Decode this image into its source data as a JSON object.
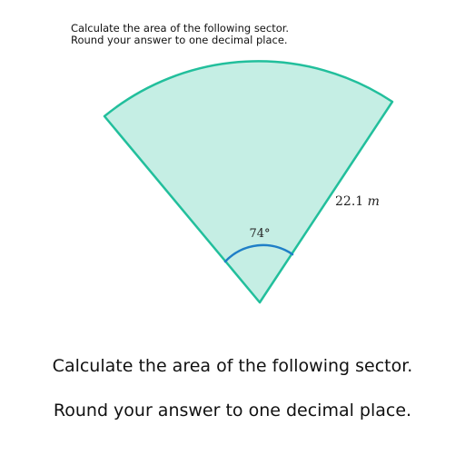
{
  "header": {
    "line1": "Calculate the area of the following sector.",
    "line2": "Round your answer to one decimal place."
  },
  "figure": {
    "angle_label": "74°",
    "radius_value": "22.1",
    "radius_unit": "m",
    "colors": {
      "sector_fill": "#c5eee4",
      "sector_stroke": "#22bf9c",
      "angle_arc": "#1f7fc7",
      "text": "#222222"
    }
  },
  "caption": {
    "line1": "Calculate the area of the following sector.",
    "line2": "Round your answer to one decimal place."
  }
}
